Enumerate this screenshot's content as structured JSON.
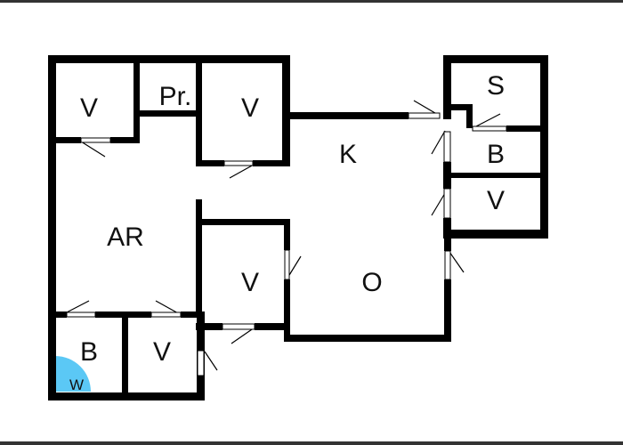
{
  "floorplan": {
    "rooms": {
      "v1": "V",
      "pr": "Pr.",
      "v2": "V",
      "k": "K",
      "s": "S",
      "b_right": "B",
      "v_right": "V",
      "ar": "AR",
      "v_mid": "V",
      "o": "O",
      "b_bottom": "B",
      "v_bottom": "V",
      "w": "W"
    },
    "colors": {
      "wall": "#000000",
      "door": "#000000",
      "washer": "#5bc8f5",
      "background": "#ffffff",
      "frame": "#333333"
    }
  }
}
